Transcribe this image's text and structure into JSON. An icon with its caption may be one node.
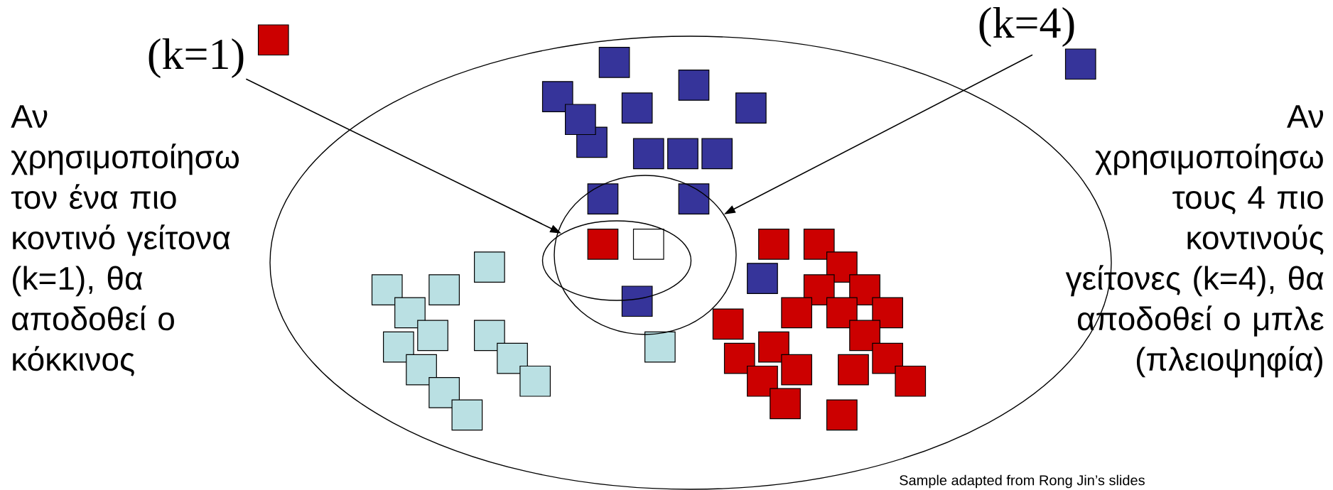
{
  "diagram": {
    "nodes": [
      {
        "text": [
          "(k=1)"
        ]
      },
      {
        "text": [
          "(k=4)"
        ]
      },
      {
        "text": [],
        "shape": "ellipse"
      },
      {
        "text": [],
        "shape": "circle"
      }
    ],
    "edges": [
      {
        "from": 0,
        "to": 2,
        "arrow": "to"
      },
      {
        "from": 1,
        "to": 3,
        "arrow": "to"
      }
    ],
    "labels": [
      "Αν χρησιμοποίησω τον ένα πιο κοντινό γείτονα (k=1), θα αποδοθεί ο κόκκινος",
      "Αν χρησιμοποίησω τους 4 πιο κοντινούς γείτονες (k=4), θα αποδοθεί ο μπλε (πλειοψηφία)",
      "Sample adapted from Rong Jin’s slides"
    ]
  }
}
